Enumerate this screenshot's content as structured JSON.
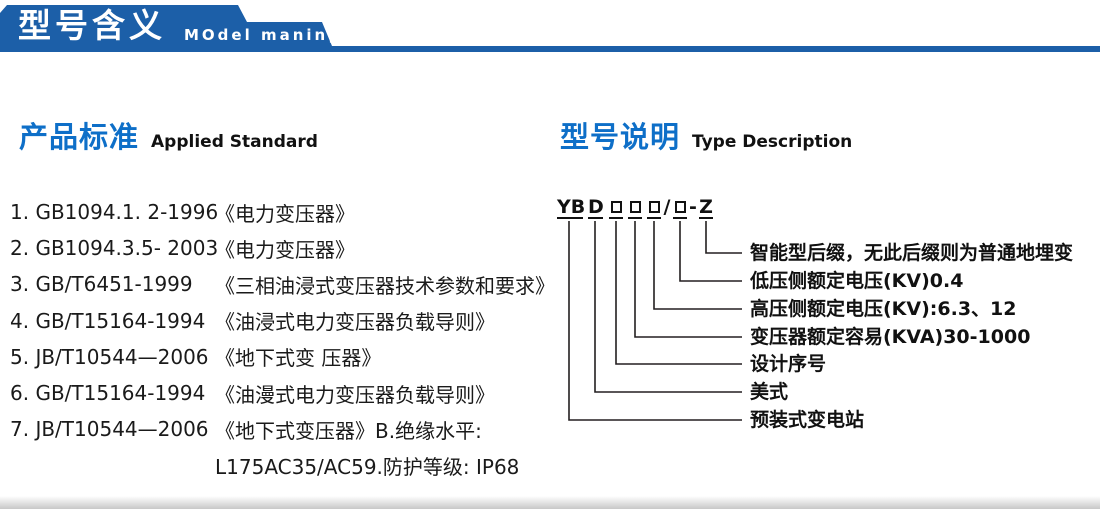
{
  "banner": {
    "title": "型号含义",
    "subtitle": "MOdel maning"
  },
  "sections": {
    "left": {
      "title_zh": "产品标准",
      "title_en": "Applied Standard"
    },
    "right": {
      "title_zh": "型号说明",
      "title_en": "Type Description"
    }
  },
  "standards": [
    {
      "code": "1. GB1094.1. 2-1996",
      "title": "《电力变压器》"
    },
    {
      "code": "2. GB1094.3.5- 2003",
      "title": "《电力变压器》"
    },
    {
      "code": "3. GB/T6451-1999",
      "title": "《三相油浸式变压器技术参数和要求》"
    },
    {
      "code": "4. GB/T15164-1994",
      "title": "《油浸式电力变压器负载导则》"
    },
    {
      "code": "5. JB/T10544—2006",
      "title": "《地下式变 压器》"
    },
    {
      "code": "6. GB/T15164-1994",
      "title": "《油漫式电力变压器负载导则》"
    },
    {
      "code": "7. JB/T10544—2006",
      "title": "《地下式变压器》B.绝缘水平:"
    },
    {
      "code": "",
      "title": "L175AC35/AC59.防护等级: IP68"
    }
  ],
  "diagram": {
    "code_segments": [
      {
        "text": "YB",
        "underline": true
      },
      {
        "text": "D",
        "underline": true
      },
      {
        "text": "□",
        "underline": true,
        "box": true
      },
      {
        "text": "□",
        "underline": true,
        "box": true
      },
      {
        "text": "□",
        "underline": true,
        "box": true
      },
      {
        "text": "/",
        "underline": false
      },
      {
        "text": "□",
        "underline": true,
        "box": true
      },
      {
        "text": "-",
        "underline": false
      },
      {
        "text": "Z",
        "underline": true
      }
    ],
    "labels": [
      "智能型后缀，无此后缀则为普通地埋变",
      "低压侧额定电压(KV)0.4",
      "高压侧额定电压(KV):6.3、12",
      "变压器额定容易(KVA)30-1000",
      "设计序号",
      "美式",
      "预装式变电站"
    ]
  },
  "colors": {
    "banner_blue": "#1c5fa8",
    "accent_blue": "#0e6fc8",
    "text": "#1a1a1a",
    "line": "#231f20"
  }
}
